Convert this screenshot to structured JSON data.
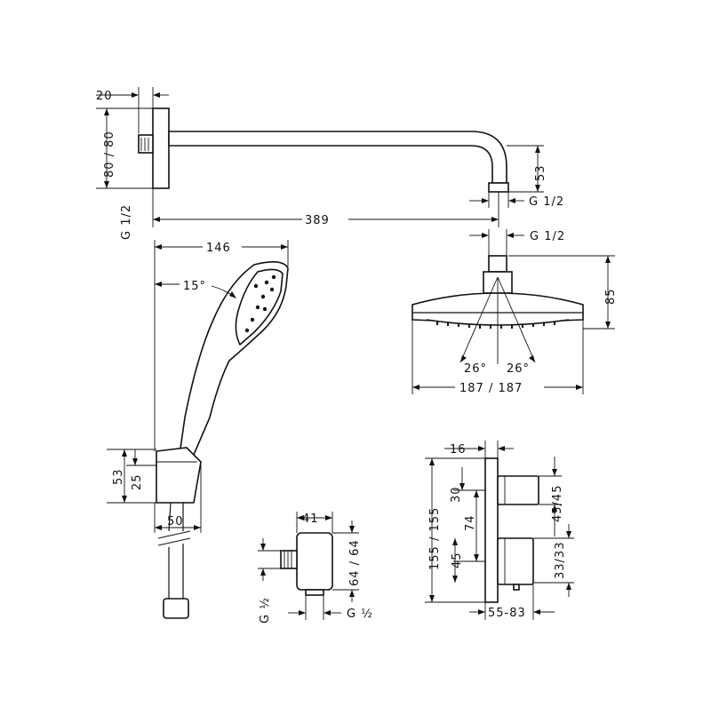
{
  "colors": {
    "ink": "#111111",
    "paper": "#ffffff"
  },
  "shower_arm": {
    "flange_depth": "20",
    "flange_size": "80 / 80",
    "arm_length": "389",
    "drop_height": "53",
    "arm_thread": "G 1/2",
    "wall_thread": "G 1/2"
  },
  "head_shower": {
    "thread": "G 1/2",
    "height": "85",
    "angle_left": "26°",
    "angle_right": "26°",
    "diameter": "187 / 187"
  },
  "hand_shower": {
    "length": "146",
    "tilt_angle": "15°",
    "holder_height": "53",
    "holder_offset": "25",
    "holder_depth": "50"
  },
  "wall_outlet": {
    "width": "41",
    "size": "64 / 64",
    "thread_left": "G ½",
    "thread_right": "G ½"
  },
  "thermostat": {
    "depth": "16",
    "height": "155 / 155",
    "top_offset": "30",
    "spacing": "74",
    "bottom_offset": "45",
    "upper_knob": "45/45",
    "lower_knob": "33/33",
    "projection": "55-83"
  }
}
